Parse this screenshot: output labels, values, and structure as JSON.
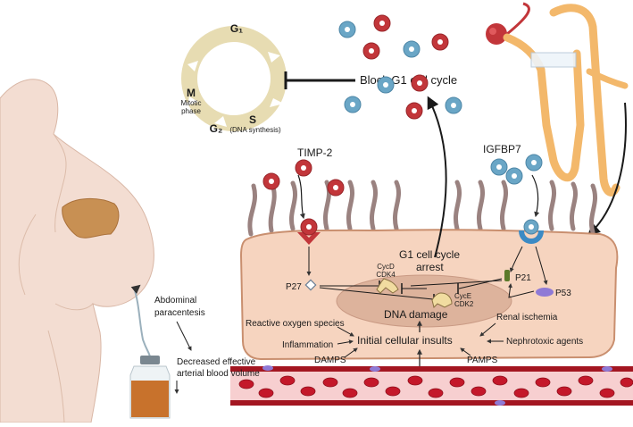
{
  "cell_cycle": {
    "g1": "G₁",
    "s": "S",
    "s_sub": "(DNA synthesis)",
    "g2": "G₂",
    "m": "M",
    "m_sub1": "Mitotic",
    "m_sub2": "phase"
  },
  "labels": {
    "block_g1": "Block G1 cell cycle",
    "timp2": "TIMP-2",
    "igfbp7": "IGFBP7",
    "g1_arrest_1": "G1 cell cycle",
    "g1_arrest_2": "arrest",
    "cycd": "CycD",
    "cdk4": "CDK4",
    "cyce": "CycE",
    "cdk2": "CDK2",
    "p27": "P27",
    "p21": "P21",
    "p53": "P53",
    "dna_damage": "DNA damage",
    "initial_insults": "Initial cellular insults",
    "ros": "Reactive oxygen species",
    "inflammation": "Inflammation",
    "damps": "DAMPS",
    "renal_ischemia": "Renal ischemia",
    "nephrotoxic": "Nephrotoxic agents",
    "pamps": "PAMPS",
    "paracentesis_1": "Abdominal",
    "paracentesis_2": "paracentesis",
    "decreased_1": "Decreased effective",
    "decreased_2": "arterial blood volume"
  },
  "colors": {
    "cell_fill": "#f6d4bf",
    "cell_stroke": "#c98f6f",
    "nucleus": "#ddb39c",
    "timp2_red": "#c2363a",
    "igfbp7_blue": "#6aa6c6",
    "cycle_ring": "#e7dcb2",
    "vessel": "#a31621",
    "rbc": "#c4182a",
    "kidney": "#f3b86b",
    "skin": "#f3ddd2",
    "liver": "#c89053",
    "ascites": "#c8722c",
    "p21_green": "#5c7a2a",
    "p53_purple": "#8f7ad6"
  }
}
